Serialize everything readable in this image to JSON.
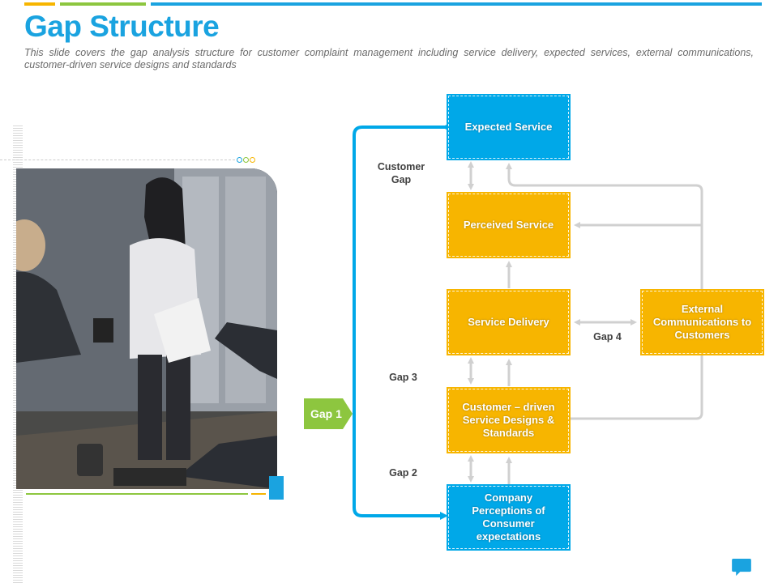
{
  "header": {
    "title": "Gap Structure",
    "subtitle": "This slide covers the gap analysis structure  for customer complaint management including service delivery,  expected services, external communications, customer-driven  service designs and standards"
  },
  "colors": {
    "blue": "#00a8e8",
    "yellow": "#f7b500",
    "green": "#8dc63f",
    "connector": "#d0d0d0",
    "title": "#1aa3e0"
  },
  "diagram": {
    "boxes": {
      "expected_service": "Expected Service",
      "perceived_service": "Perceived Service",
      "service_delivery": "Service Delivery",
      "external_communications": "External Communications to Customers",
      "service_designs": "Customer – driven Service Designs & Standards",
      "company_perceptions": "Company Perceptions of Consumer expectations"
    },
    "gaps": {
      "customer_gap": "Customer Gap",
      "gap1": "Gap 1",
      "gap2": "Gap 2",
      "gap3": "Gap 3",
      "gap4": "Gap 4"
    }
  },
  "image": {
    "icon": "office-meeting-photo"
  },
  "footer": {
    "icon": "chat-bubble-icon"
  }
}
